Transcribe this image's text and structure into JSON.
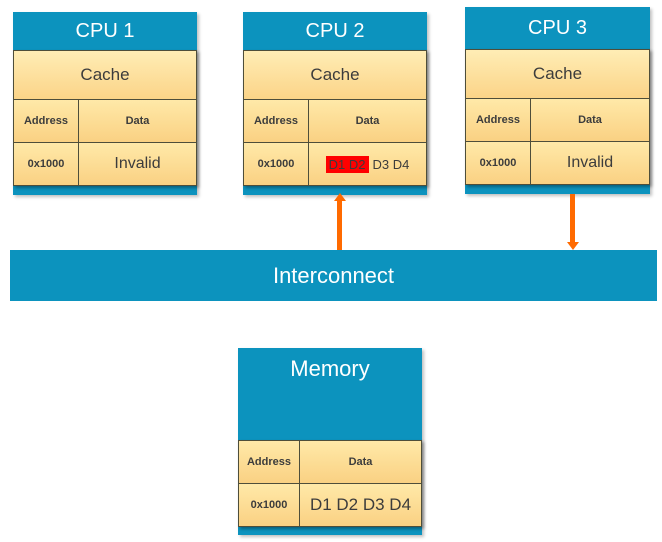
{
  "colors": {
    "block_blue": "#0C93BE",
    "cell_yellow_top": "#FFE9A8",
    "cell_yellow_bottom": "#FAD183",
    "table_border": "#4E4E3A",
    "text_dark": "#3C3C3C",
    "arrow_orange": "#FF6A00",
    "highlight_red": "#FF0000",
    "title_white": "#FFFFFF"
  },
  "cpus": [
    {
      "title": "CPU 1",
      "cache_label": "Cache",
      "columns": {
        "address": "Address",
        "data": "Data"
      },
      "row": {
        "address": "0x1000",
        "data_highlighted": "",
        "data_normal": "Invalid"
      }
    },
    {
      "title": "CPU 2",
      "cache_label": "Cache",
      "columns": {
        "address": "Address",
        "data": "Data"
      },
      "row": {
        "address": "0x1000",
        "data_highlighted": "D1 D2",
        "data_normal": "D3 D4"
      }
    },
    {
      "title": "CPU 3",
      "cache_label": "Cache",
      "columns": {
        "address": "Address",
        "data": "Data"
      },
      "row": {
        "address": "0x1000",
        "data_highlighted": "",
        "data_normal": "Invalid"
      }
    }
  ],
  "interconnect": {
    "label": "Interconnect"
  },
  "memory": {
    "title": "Memory",
    "columns": {
      "address": "Address",
      "data": "Data"
    },
    "row": {
      "address": "0x1000",
      "data": "D1 D2 D3 D4"
    }
  },
  "arrows": [
    {
      "name": "cpu2-interconnect-arrow",
      "direction": "up"
    },
    {
      "name": "cpu3-interconnect-arrow",
      "direction": "down"
    }
  ]
}
